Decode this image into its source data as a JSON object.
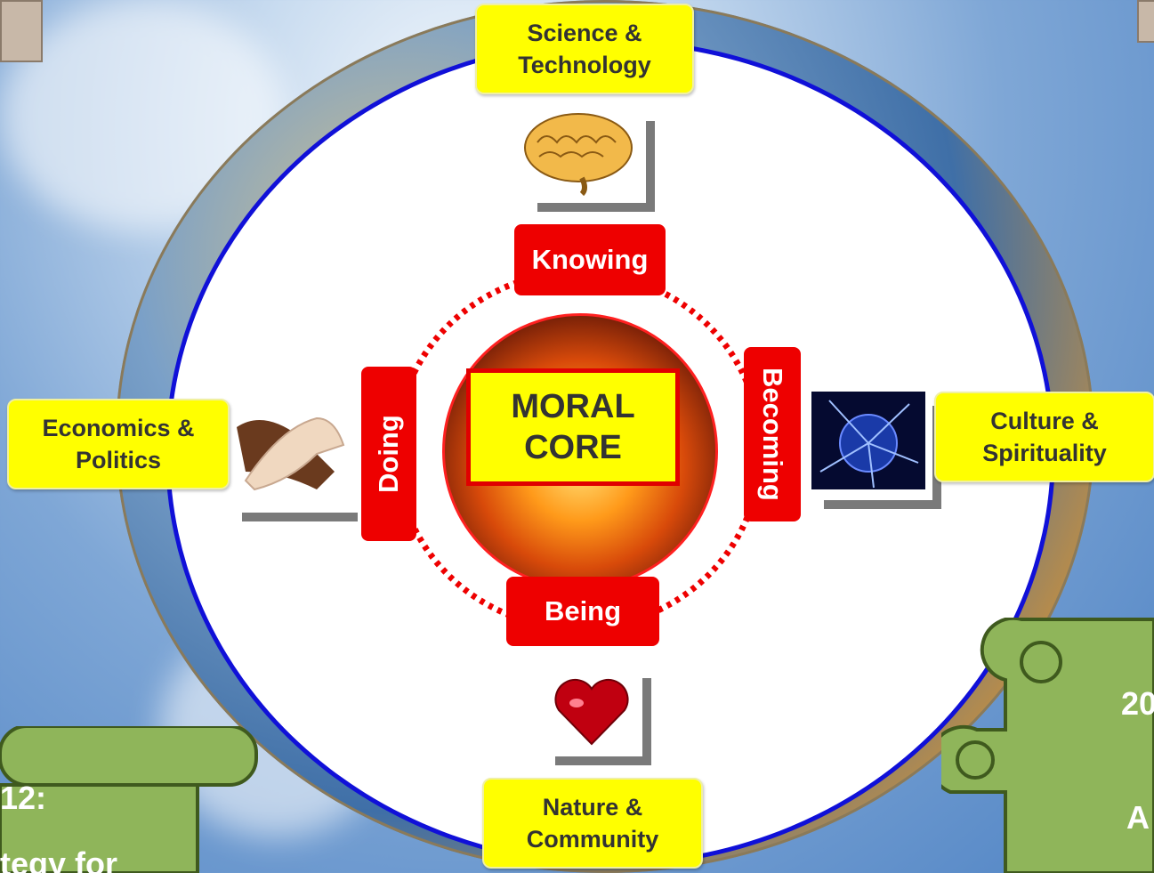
{
  "quadrants": {
    "top": "Science &\nTechnology",
    "left": "Economics &\nPolitics",
    "right": "Culture &\nSpirituality",
    "bottom": "Nature &\nCommunity"
  },
  "modes": {
    "top": "Knowing",
    "left": "Doing",
    "right": "Becoming",
    "bottom": "Being"
  },
  "core": "MORAL\nCORE",
  "scroll_left": {
    "line1": "12:",
    "line2": "tegy for"
  },
  "scroll_right": {
    "line1": "20",
    "line2": "A"
  },
  "icons": {
    "top": "brain-icon",
    "left": "handshake-icon",
    "right": "plasma-orb-icon",
    "bottom": "heart-icon"
  },
  "colors": {
    "label_bg": "#ffff00",
    "mode_bg": "#ee0000",
    "ring": "#1010d8",
    "scroll": "#8fb55a"
  }
}
